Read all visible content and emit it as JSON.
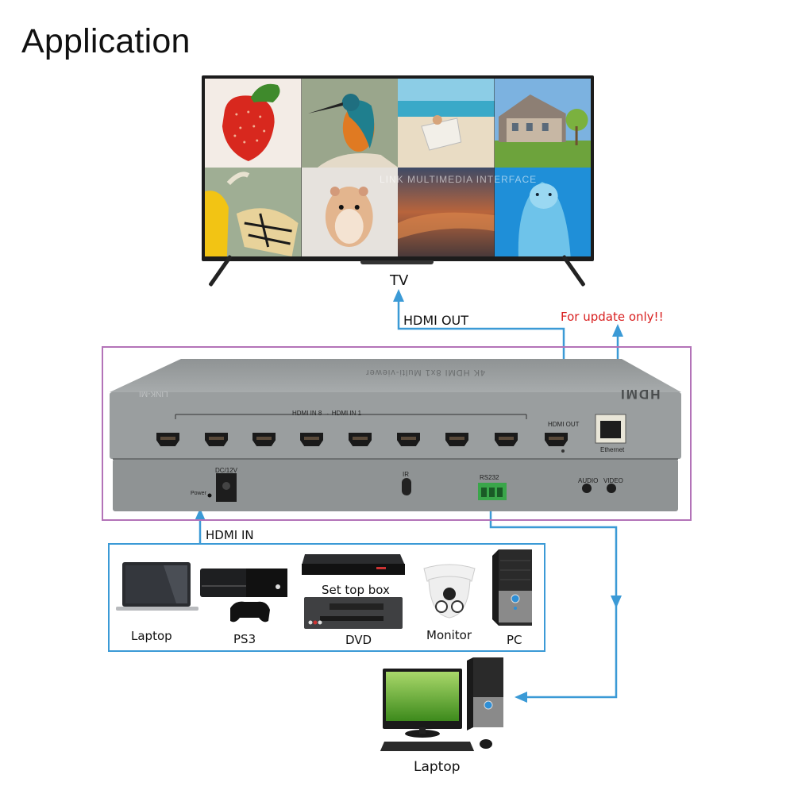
{
  "title": "Application",
  "tv": {
    "label": "TV",
    "tiles": [
      {
        "subject": "strawberry",
        "colors": [
          "#f3ece6",
          "#d8281e"
        ]
      },
      {
        "subject": "kingfisher",
        "colors": [
          "#9aa68c",
          "#e07a22"
        ]
      },
      {
        "subject": "beach",
        "colors": [
          "#7fc3d8",
          "#e9dcc4"
        ]
      },
      {
        "subject": "house",
        "colors": [
          "#7cb2e0",
          "#6da33c"
        ]
      },
      {
        "subject": "butterfly",
        "colors": [
          "#9fae94",
          "#f2c414"
        ]
      },
      {
        "subject": "hamster",
        "colors": [
          "#e6e2dd",
          "#e3b58e"
        ]
      },
      {
        "subject": "sunset",
        "colors": [
          "#4a4a5e",
          "#c2663c"
        ]
      },
      {
        "subject": "dolphin",
        "colors": [
          "#1f8fd8",
          "#6ec3ea"
        ]
      }
    ],
    "watermark": "LINK MULTIMEDIA INTERFACE"
  },
  "connections": {
    "hdmi_out": "HDMI OUT",
    "update_note": "For update only!!",
    "hdmi_in": "HDMI IN",
    "line_color": "#3b9ad6",
    "frame_color": "#b373b8",
    "update_color": "#d81e1e"
  },
  "device": {
    "top_text": "4K HDMI 8x1 Multi-viewer",
    "brand": "LINK-MI",
    "logo": "HDMI",
    "input_range": "HDMI IN 8 → HDMI IN 1",
    "hdmi_in_start": "HDMI IN 8",
    "hdmi_in_end": "HDMI IN 1",
    "hdmi_out": "HDMI OUT",
    "ethernet": "Ethernet",
    "dc": "DC/12V",
    "power": "Power",
    "ir": "IR",
    "rs232": "RS232",
    "audio": "AUDIO",
    "video": "VIDEO"
  },
  "sources": [
    {
      "label": "Laptop",
      "icon": "laptop-icon"
    },
    {
      "label": "PS3",
      "icon": "game-console-icon"
    },
    {
      "label": "Set top box",
      "icon": "set-top-box-icon"
    },
    {
      "label": "DVD",
      "icon": "dvd-player-icon"
    },
    {
      "label": "Monitor",
      "icon": "dome-camera-icon"
    },
    {
      "label": "PC",
      "icon": "pc-tower-icon"
    }
  ],
  "control_pc": {
    "label": "Laptop",
    "icon": "desktop-pc-icon"
  }
}
